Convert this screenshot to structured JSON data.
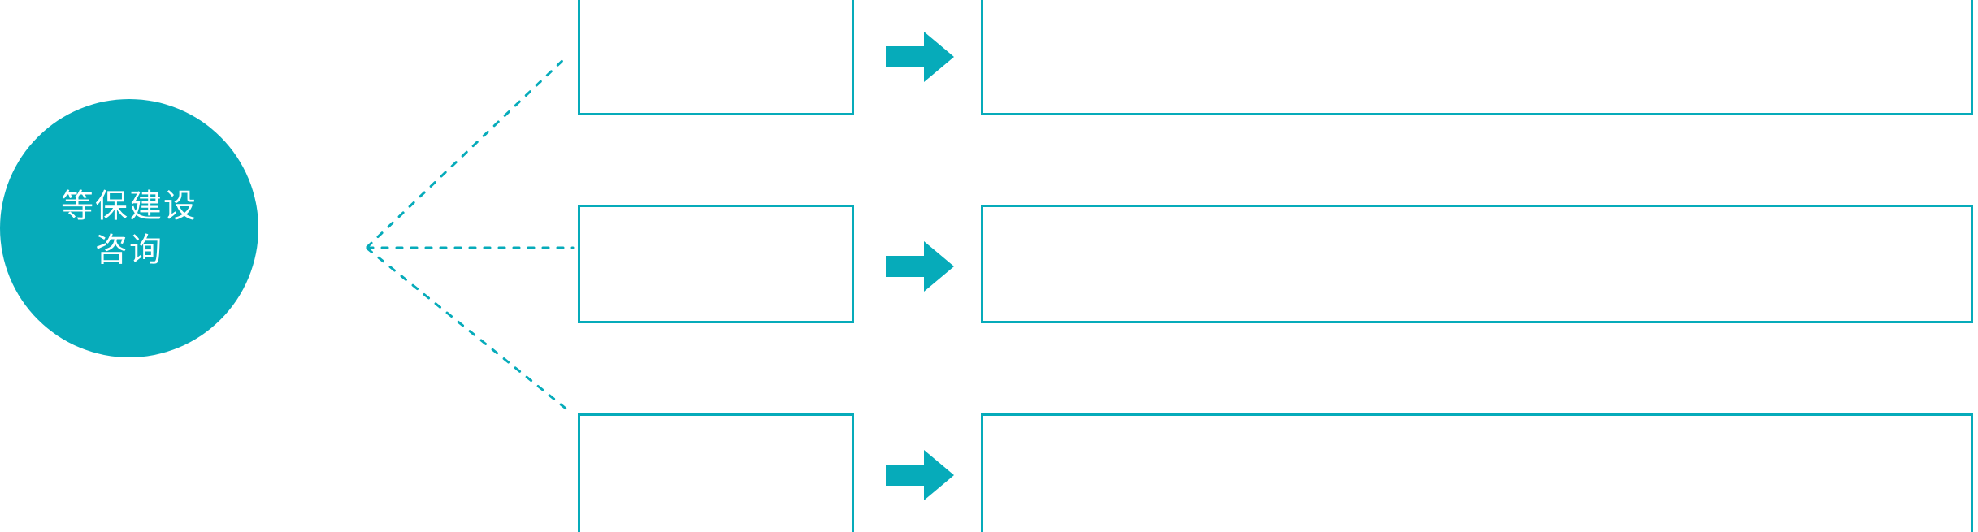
{
  "diagram": {
    "type": "fan-out-flow",
    "accent_color": "#06abba",
    "background_color": "#ffffff",
    "hub": {
      "label": "等保建设\n咨询",
      "shape": "circle",
      "fill": "#06abba",
      "text_color": "#ffffff"
    },
    "connector": {
      "style": "dotted",
      "color": "#06abba",
      "branch_count": 3
    },
    "arrow_icon_name": "block-arrow-right-icon",
    "rows": [
      {
        "stage_label": "",
        "detail_label": ""
      },
      {
        "stage_label": "",
        "detail_label": ""
      },
      {
        "stage_label": "",
        "detail_label": ""
      }
    ]
  }
}
